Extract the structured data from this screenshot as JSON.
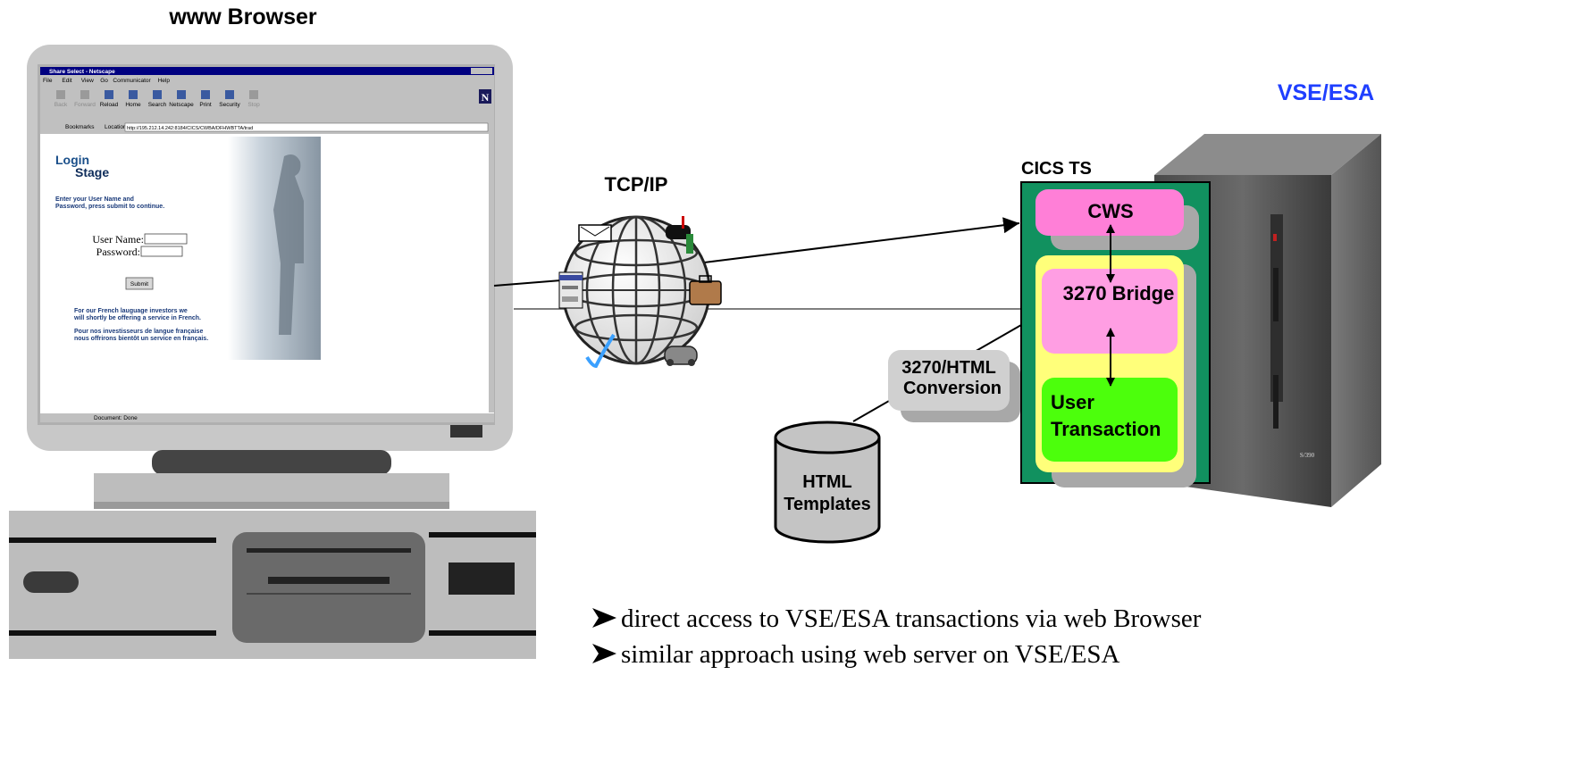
{
  "labels": {
    "browser_title": "www  Browser",
    "tcpip": "TCP/IP",
    "vse_esa": "VSE/ESA",
    "cics_ts": "CICS TS",
    "cws": "CWS",
    "bridge": "3270 Bridge",
    "user_transaction_1": "User",
    "user_transaction_2": "Transaction",
    "conversion_1": "3270/HTML",
    "conversion_2": "Conversion",
    "templates_1": "HTML",
    "templates_2": "Templates",
    "server_badge": "S/390"
  },
  "bullets": [
    "direct access to VSE/ESA transactions via web Browser",
    "similar approach using web server on VSE/ESA"
  ],
  "netscape": {
    "window_title": "Share Select - Netscape",
    "menu": [
      "File",
      "Edit",
      "View",
      "Go",
      "Communicator",
      "Help"
    ],
    "toolbar": [
      "Back",
      "Forward",
      "Reload",
      "Home",
      "Search",
      "Netscape",
      "Print",
      "Security",
      "Stop"
    ],
    "bookmarks": "Bookmarks",
    "location_label": "Location:",
    "url": "http://195.212.14.242:8184/CICS/CWBA/DFHWBTTA/trad",
    "logo_line1": "Login",
    "logo_line2": "Stage",
    "intro_1": "Enter your User Name and",
    "intro_2": "Password, press submit to continue.",
    "username_label": "User Name:",
    "password_label": "Password:",
    "submit": "Submit",
    "en_note_1": "For our French lauguage investors we",
    "en_note_2": "will shortly be offering a service in French.",
    "fr_note_1": "Pour nos investisseurs de langue française",
    "fr_note_2": "nous offrirons bientôt un service en français.",
    "status": "Document: Done"
  },
  "colors": {
    "vse_esa": "#1f3fff",
    "cics_green": "#11915f",
    "cws_pink": "#ff7fd7",
    "bridge_pink": "#ff9ee3",
    "yellow": "#ffff7a",
    "user_green": "#4cff0c",
    "title_bar": "#000080"
  }
}
